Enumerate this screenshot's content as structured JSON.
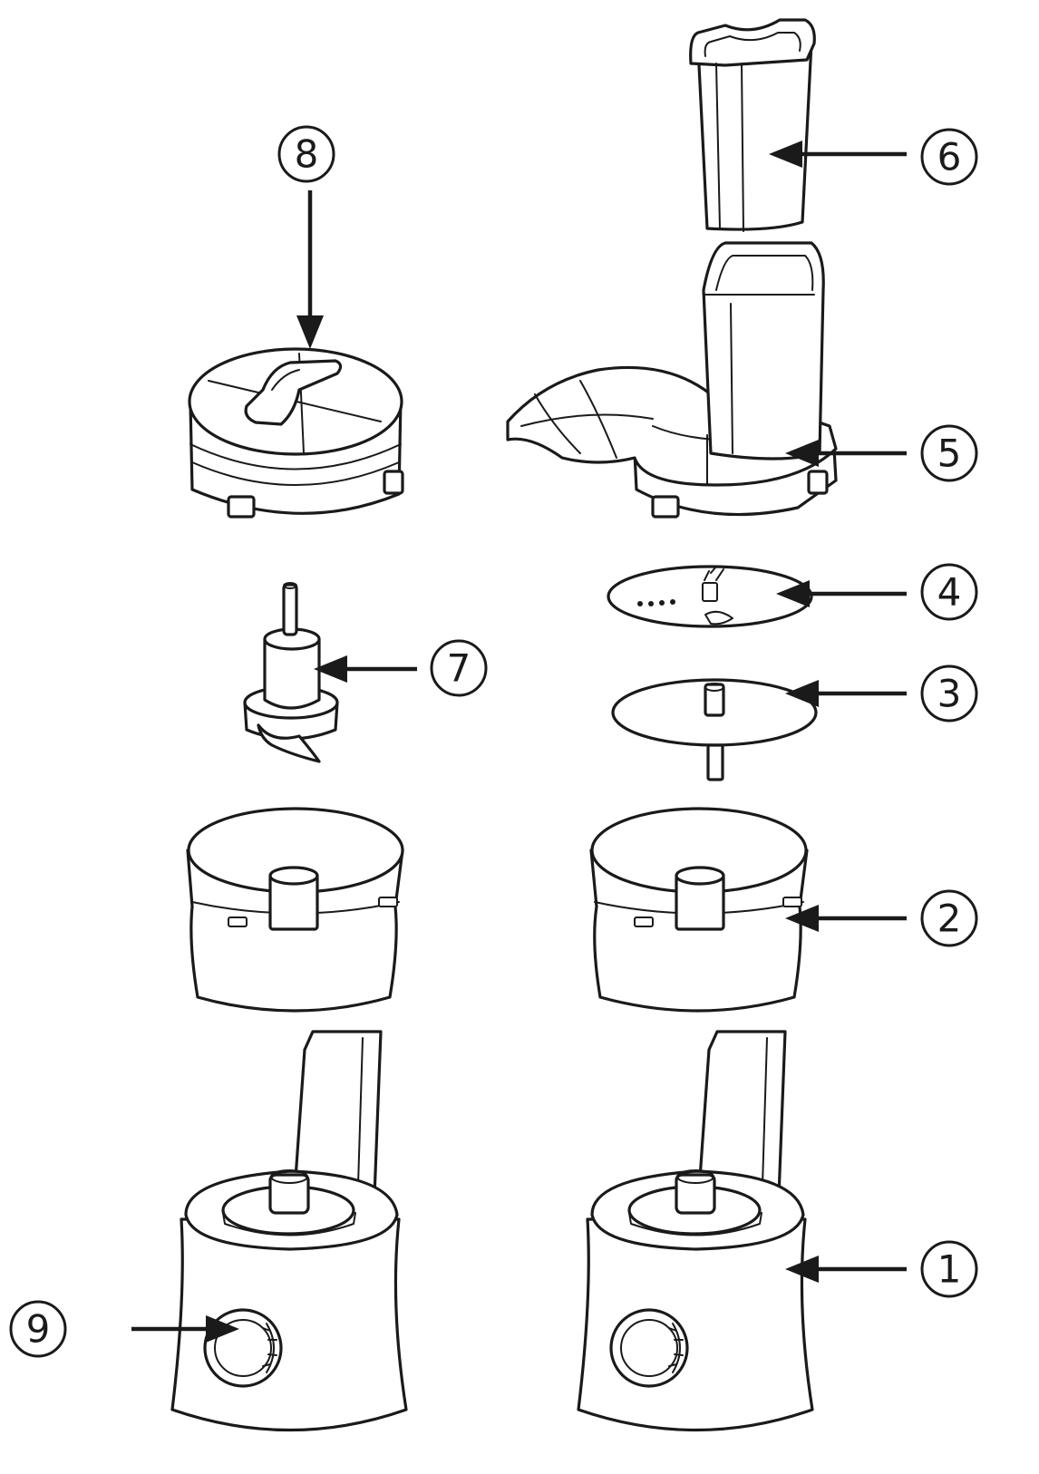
{
  "colors": {
    "line": "#1a1a1a",
    "background": "#ffffff"
  },
  "callouts": [
    {
      "id": "1",
      "label": "1"
    },
    {
      "id": "2",
      "label": "2"
    },
    {
      "id": "3",
      "label": "3"
    },
    {
      "id": "4",
      "label": "4"
    },
    {
      "id": "5",
      "label": "5"
    },
    {
      "id": "6",
      "label": "6"
    },
    {
      "id": "7",
      "label": "7"
    },
    {
      "id": "8",
      "label": "8"
    },
    {
      "id": "9",
      "label": "9"
    }
  ]
}
